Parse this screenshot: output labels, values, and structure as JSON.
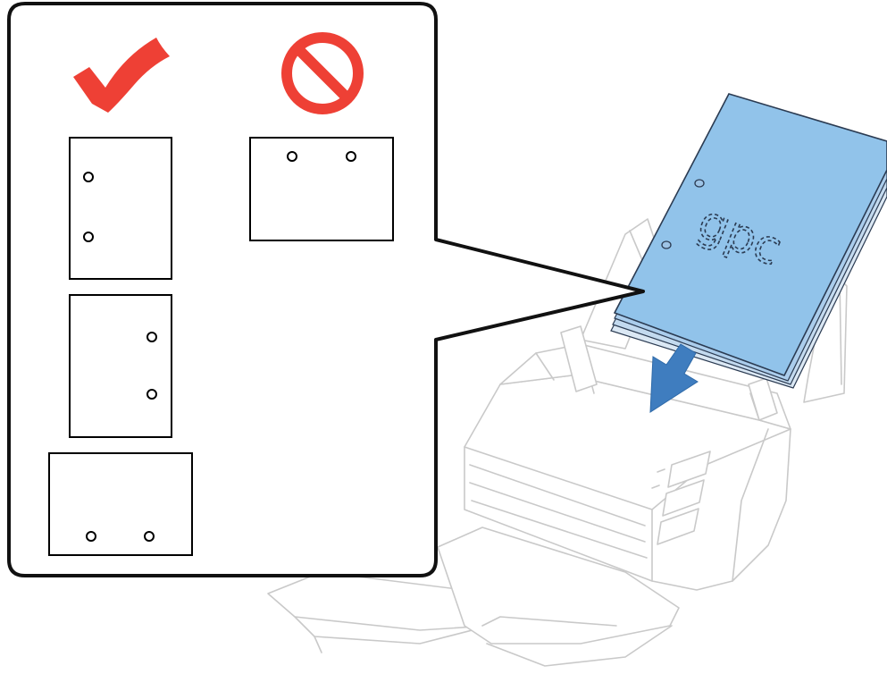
{
  "diagram": {
    "paper_sheet_label": "gpc",
    "colors": {
      "ok_mark": "#ee4035",
      "prohibit_mark": "#ee4035",
      "paper_fill": "#91c3ea",
      "paper_edge": "#2b3b52",
      "feed_arrow": "#3f7dbf",
      "callout_border": "#111111",
      "scanner_outline": "#c9c9c9"
    },
    "icons": {
      "ok": "checkmark-icon",
      "not_ok": "prohibited-icon",
      "direction": "feed-direction-arrow"
    },
    "acceptable_hole_positions": [
      "portrait-left-edge",
      "portrait-right-edge",
      "landscape-bottom-edge"
    ],
    "unacceptable_hole_positions": [
      "landscape-top-edge"
    ]
  }
}
